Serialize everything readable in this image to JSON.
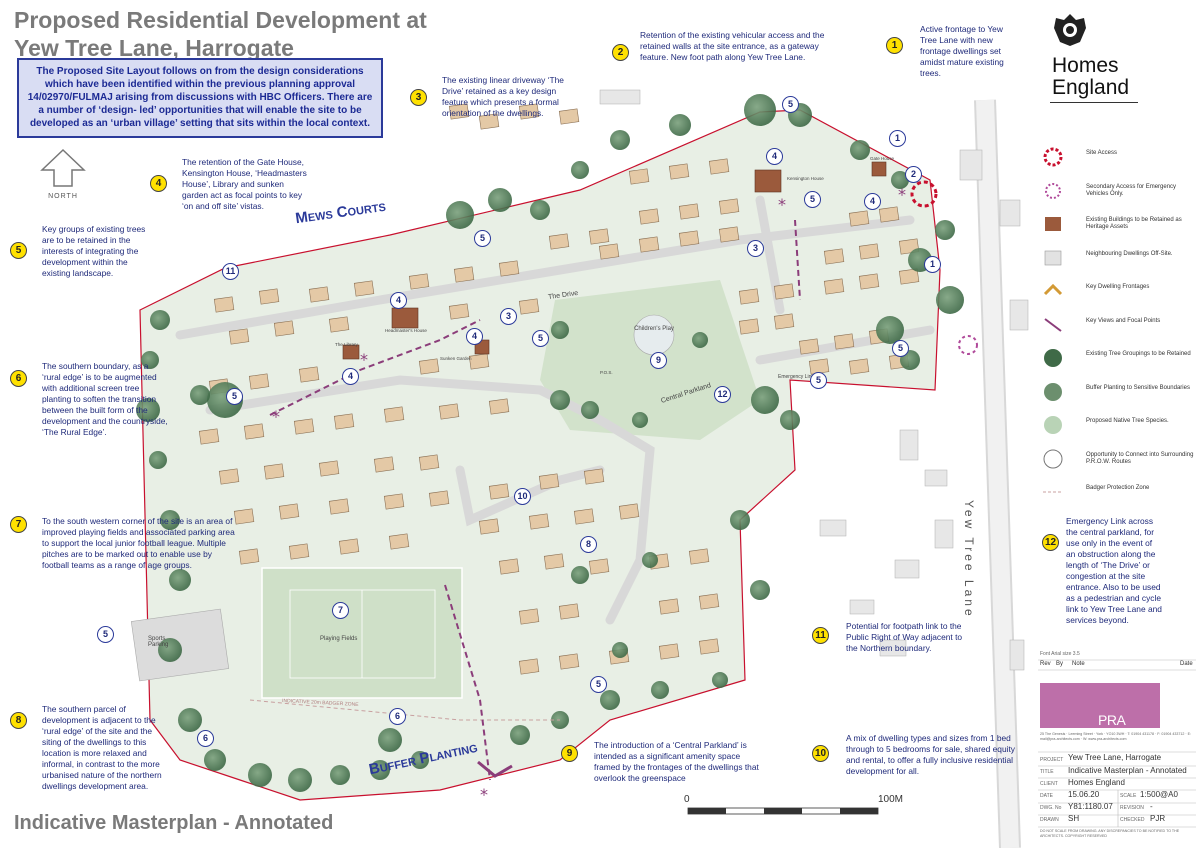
{
  "title_line1": "Proposed Residential Development at",
  "title_line2": "Yew Tree Lane, Harrogate",
  "subtitle": "Indicative Masterplan - Annotated",
  "intro": "The Proposed Site Layout follows on from the design considerations which have been identified within the previous planning approval 14/02970/FULMAJ arising from discussions with HBC Officers.  There are a number of ‘design- led’ opportunities that will enable the site to be developed as an ‘urban village’ setting that sits within the local context.",
  "north_label": "NORTH",
  "notes": {
    "n1": {
      "num": "1",
      "text": "Active frontage to Yew Tree Lane with new frontage dwellings set amidst mature existing trees."
    },
    "n2": {
      "num": "2",
      "text": "Retention of the existing vehicular access and the retained walls at the site entrance, as a gateway feature. New foot path along Yew Tree Lane."
    },
    "n3": {
      "num": "3",
      "text": "The existing linear driveway ‘The Drive’ retained as a key design feature which presents a formal orientation of the dwellings."
    },
    "n4": {
      "num": "4",
      "text": "The retention of the Gate House, Kensington House, ‘Headmasters House’, Library and sunken garden act as focal points to key ‘on and off site’ vistas."
    },
    "n5": {
      "num": "5",
      "text": "Key groups of existing trees are to be retained in the interests of integrating the development within the existing landscape."
    },
    "n6": {
      "num": "6",
      "text": "The southern boundary, as a ‘rural edge’ is to be augmented with additional screen tree planting to soften the transition between the built form of the development and the countryside, ‘The Rural Edge’."
    },
    "n7": {
      "num": "7",
      "text": "To the south western corner of the site is an area of improved playing fields and associated parking area to support the local junior football league. Multiple pitches are to be marked out to enable use by football teams as a range of age groups."
    },
    "n8": {
      "num": "8",
      "text": "The southern parcel of development is adjacent to the ‘rural edge’ of the site and the siting of the dwellings to this location is more relaxed and informal, in contrast to the more urbanised nature of the northern dwellings development area."
    },
    "n9": {
      "num": "9",
      "text": "The introduction of a ‘Central Parkland’ is intended as a significant amenity space framed by the frontages of the dwellings that overlook the greenspace"
    },
    "n10": {
      "num": "10",
      "text": "A mix of dwelling types and sizes from 1 bed through to 5 bedrooms for sale, shared equity and rental, to offer a fully inclusive residential development for all."
    },
    "n11": {
      "num": "11",
      "text": "Potential for footpath link to the Public Right of Way adjacent to the Northern boundary."
    },
    "n12": {
      "num": "12",
      "text": "Emergency Link across the central parkland, for use only in the event of an obstruction along the length of ‘The Drive’ or congestion at the site entrance. Also to be used as a pedestrian and cycle link to Yew Tree Lane and services beyond."
    }
  },
  "map_labels": {
    "mews_courts": "Mews Courts",
    "buffer_planting": "Buffer Planting",
    "the_drive": "The Drive",
    "central_parkland": "Central Parkland",
    "childrens_play": "Children's Play",
    "playing_fields": "Playing Fields",
    "sports_parking": "Sports Parking",
    "emergency_link": "Emergency Link",
    "the_library": "The Library",
    "headmasters_house": "Headmaster's House",
    "sunken_garden": "Sunken Garden",
    "kensington_house": "Kensington House",
    "gate_house": "Gate House",
    "badger_zone": "INDICATIVE 20m BADGER ZONE",
    "pos": "P.O.S.",
    "yew_tree_lane": "Yew Tree Lane"
  },
  "legend": [
    "Site Access",
    "Secondary Access for Emergency Vehicles Only.",
    "Existing Buildings to be Retained as Heritage Assets",
    "Neighbouring Dwellings Off-Site.",
    "Key Dwelling Frontages",
    "Key Views and Focal Points",
    "Existing Tree Groupings to be Retained",
    "Buffer Planting to Sensitive Boundaries",
    "Proposed Native Tree Species.",
    "Opportunity to Connect into Surrounding P.R.O.W. Routes",
    "Badger Protection Zone"
  ],
  "brand": {
    "line1": "Homes",
    "line2": "England"
  },
  "titleblock": {
    "font_note": "Font Arial size 3.5",
    "rev_header": [
      "Rev",
      "By",
      "Note",
      "Date"
    ],
    "architect": "PRA ARCHITECTS",
    "address": "25 The Genesis · Leeming Street · York · YO10 3WH · T: 01904 431178 · F: 01904 433712 · E: mail@pra-architects.com · W: www.pra-architects.com",
    "project_label": "PROJECT",
    "project": "Yew Tree Lane, Harrogate",
    "title_label": "TITLE",
    "title": "Indicative Masterplan - Annotated",
    "client_label": "CLIENT",
    "client": "Homes England",
    "date_label": "DATE",
    "date": "15.06.20",
    "scale_label": "SCALE",
    "scale": "1:500@A0",
    "dwg_label": "DWG. No",
    "dwg": "Y81:1180.07",
    "rev_label": "REVISION",
    "rev": "-",
    "drawn_label": "DRAWN",
    "drawn": "SH",
    "checked_label": "CHECKED",
    "checked": "PJR",
    "disclaimer": "DO NOT SCALE FROM DRAWING. ANY DISCREPANCIES TO BE NOTIFIED TO THE ARCHITECTS. COPYRIGHT RESERVED"
  },
  "scalebar": {
    "start": "0",
    "end": "100M"
  },
  "colors": {
    "accent": "#1f2a7a",
    "badge": "#ffe100",
    "site_boundary": "#c8102e",
    "green": "#dce9d9",
    "tree": "#4f7a55"
  }
}
